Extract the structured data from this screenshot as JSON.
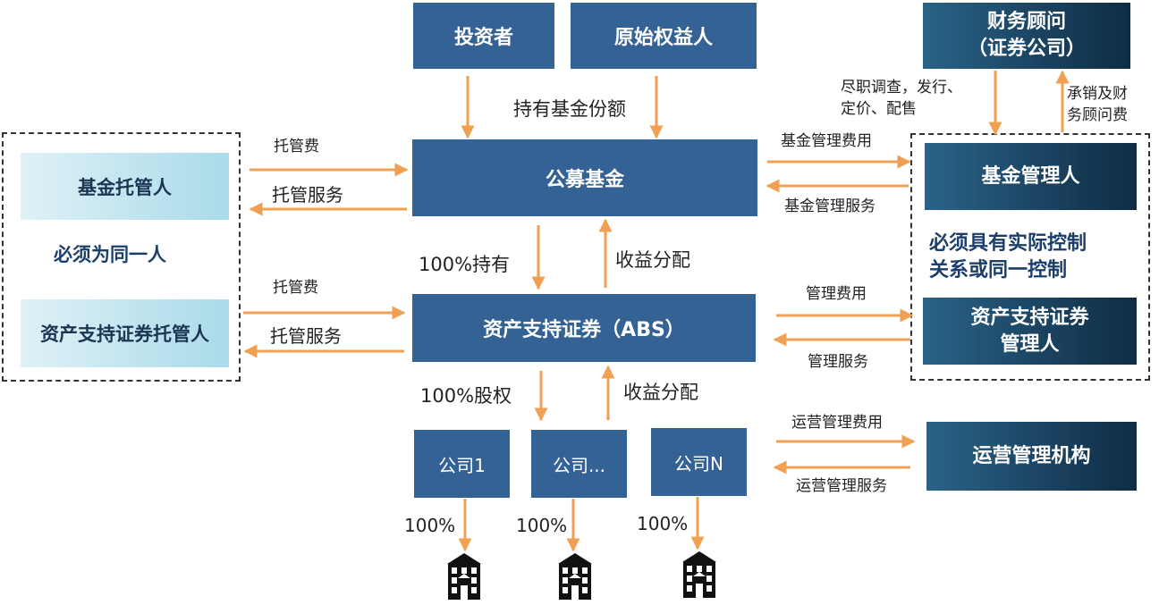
{
  "boxes": {
    "investor": "投资者",
    "original_owner": "原始权益人",
    "fin_advisor": "财务顾问\n（证券公司）",
    "public_fund": "公募基金",
    "fund_custodian": "基金托管人",
    "fund_manager": "基金管理人",
    "abs": "资产支持证券（ABS）",
    "abs_custodian": "资产支持证券托管人",
    "abs_manager": "资产支持证券\n管理人",
    "company1": "公司1",
    "company_dots": "公司...",
    "companyN": "公司N",
    "ops_org": "运营管理机构"
  },
  "notes": {
    "same_person": "必须为同一人",
    "control": "必须具有实际控制\n关系或同一控制"
  },
  "labels": {
    "hold_fund_share": "持有基金份额",
    "due_diligence": "尽职调查，发行、\n定价、配售",
    "underwriting_fee": "承销及财\n务顾问费",
    "custody_fee_1": "托管费",
    "custody_service_1": "托管服务",
    "fund_mgmt_fee": "基金管理费用",
    "fund_mgmt_service": "基金管理服务",
    "hold_100": "100%持有",
    "income_dist_1": "收益分配",
    "custody_fee_2": "托管费",
    "custody_service_2": "托管服务",
    "mgmt_fee": "管理费用",
    "mgmt_service": "管理服务",
    "equity_100": "100%股权",
    "income_dist_2": "收益分配",
    "ops_fee": "运营管理费用",
    "ops_service": "运营管理服务",
    "pct_1": "100%",
    "pct_2": "100%",
    "pct_3": "100%"
  },
  "colors": {
    "box_blue": "#346295",
    "box_dark": "#1b4462",
    "box_light": "#a9dbe9",
    "arrow": "#f0a052",
    "note_text": "#1b3e6a"
  },
  "icons": [
    "building-icon",
    "building-icon",
    "building-icon"
  ]
}
